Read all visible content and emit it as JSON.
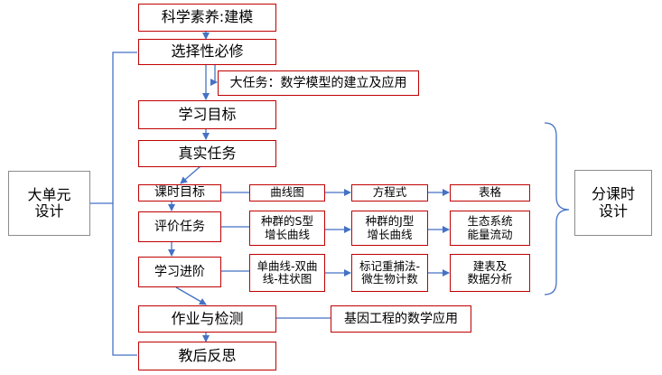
{
  "main_flow": {
    "top": "科学素养:建模",
    "course": "选择性必修",
    "big_task": "大任务：数学模型的建立及应用",
    "goal": "学习目标",
    "real_task": "真实任务",
    "homework": "作业与检测",
    "reflection": "教后反思"
  },
  "rows": {
    "class_goal": {
      "label": "课时目标",
      "items": [
        "曲线图",
        "方程式",
        "表格"
      ]
    },
    "evaluation": {
      "label": "评价任务",
      "items": [
        "种群的S型\n增长曲线",
        "种群的J型\n增长曲线",
        "生态系统\n能量流动"
      ]
    },
    "progress": {
      "label": "学习进阶",
      "items": [
        "单曲线-双曲\n线-柱状图",
        "标记重捕法-\n微生物计数",
        "建表及\n数据分析"
      ]
    }
  },
  "gene_app": "基因工程的数学应用",
  "left_label": "大单元\n设计",
  "right_label": "分课时\n设计",
  "colors": {
    "box_border": "#c00000",
    "connector": "#4472c4",
    "gray_border": "#8c8c8c"
  }
}
